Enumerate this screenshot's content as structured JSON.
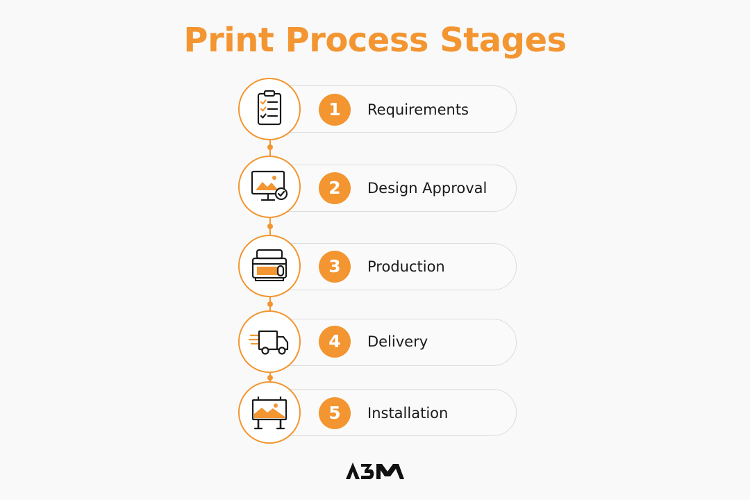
{
  "title": "Print Process Stages",
  "accent_color": "#F39530",
  "text_color": "#1a1a1a",
  "stages": [
    {
      "number": "1",
      "label": "Requirements",
      "icon": "clipboard-checklist-icon"
    },
    {
      "number": "2",
      "label": "Design Approval",
      "icon": "monitor-image-check-icon"
    },
    {
      "number": "3",
      "label": "Production",
      "icon": "printer-icon"
    },
    {
      "number": "4",
      "label": "Delivery",
      "icon": "delivery-truck-icon"
    },
    {
      "number": "5",
      "label": "Installation",
      "icon": "billboard-icon"
    }
  ],
  "logo": {
    "text": "A3M"
  }
}
